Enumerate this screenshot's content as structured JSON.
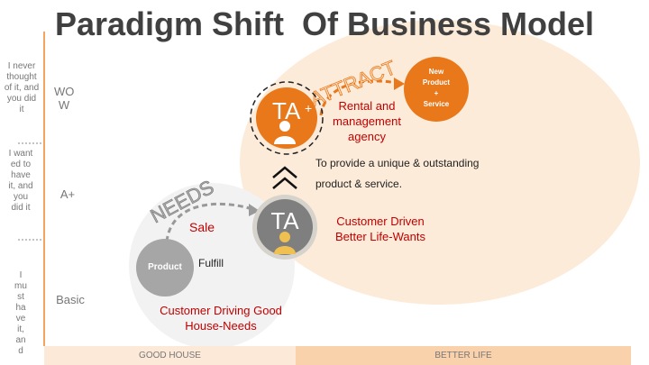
{
  "title": "Paradigm Shift  Of Business Model",
  "side_notes": [
    "I never thought of it, and you did it",
    "I want ed to have it, and you did it",
    "I mu st ha ve it, an d"
  ],
  "levels": [
    "WO W",
    "A+",
    "Basic"
  ],
  "bands": [
    "GOOD HOUSE",
    "BETTER LIFE"
  ],
  "needs": {
    "arc_label": "NEEDS",
    "product": "Product",
    "sale": "Sale",
    "fulfill": "Fulfill",
    "ta": "TA",
    "caption": "Customer Driving Good House-Needs"
  },
  "attract": {
    "arc_label": "ATTRACT",
    "ta": "TA",
    "plus": "+",
    "new_product": [
      "New",
      "Product",
      "+",
      "Service"
    ],
    "agency": "Rental and management agency",
    "provide": "To provide a unique & outstanding product  &  service.",
    "caption": "Customer Driven Better Life-Wants"
  },
  "colors": {
    "orange": "#e8781a",
    "peach": "#fdebd9",
    "gray": "#808080"
  }
}
